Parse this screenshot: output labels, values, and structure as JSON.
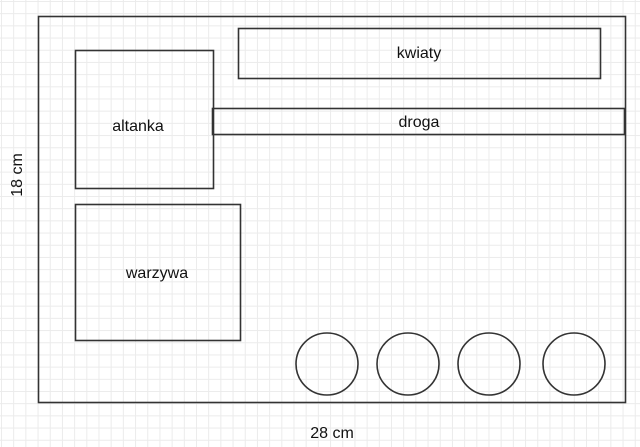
{
  "labels": {
    "flowers": "kwiaty",
    "gazebo": "altanka",
    "path": "droga",
    "vegetables": "warzywa",
    "height": "18 cm",
    "width": "28 cm"
  },
  "circle_count": 4
}
